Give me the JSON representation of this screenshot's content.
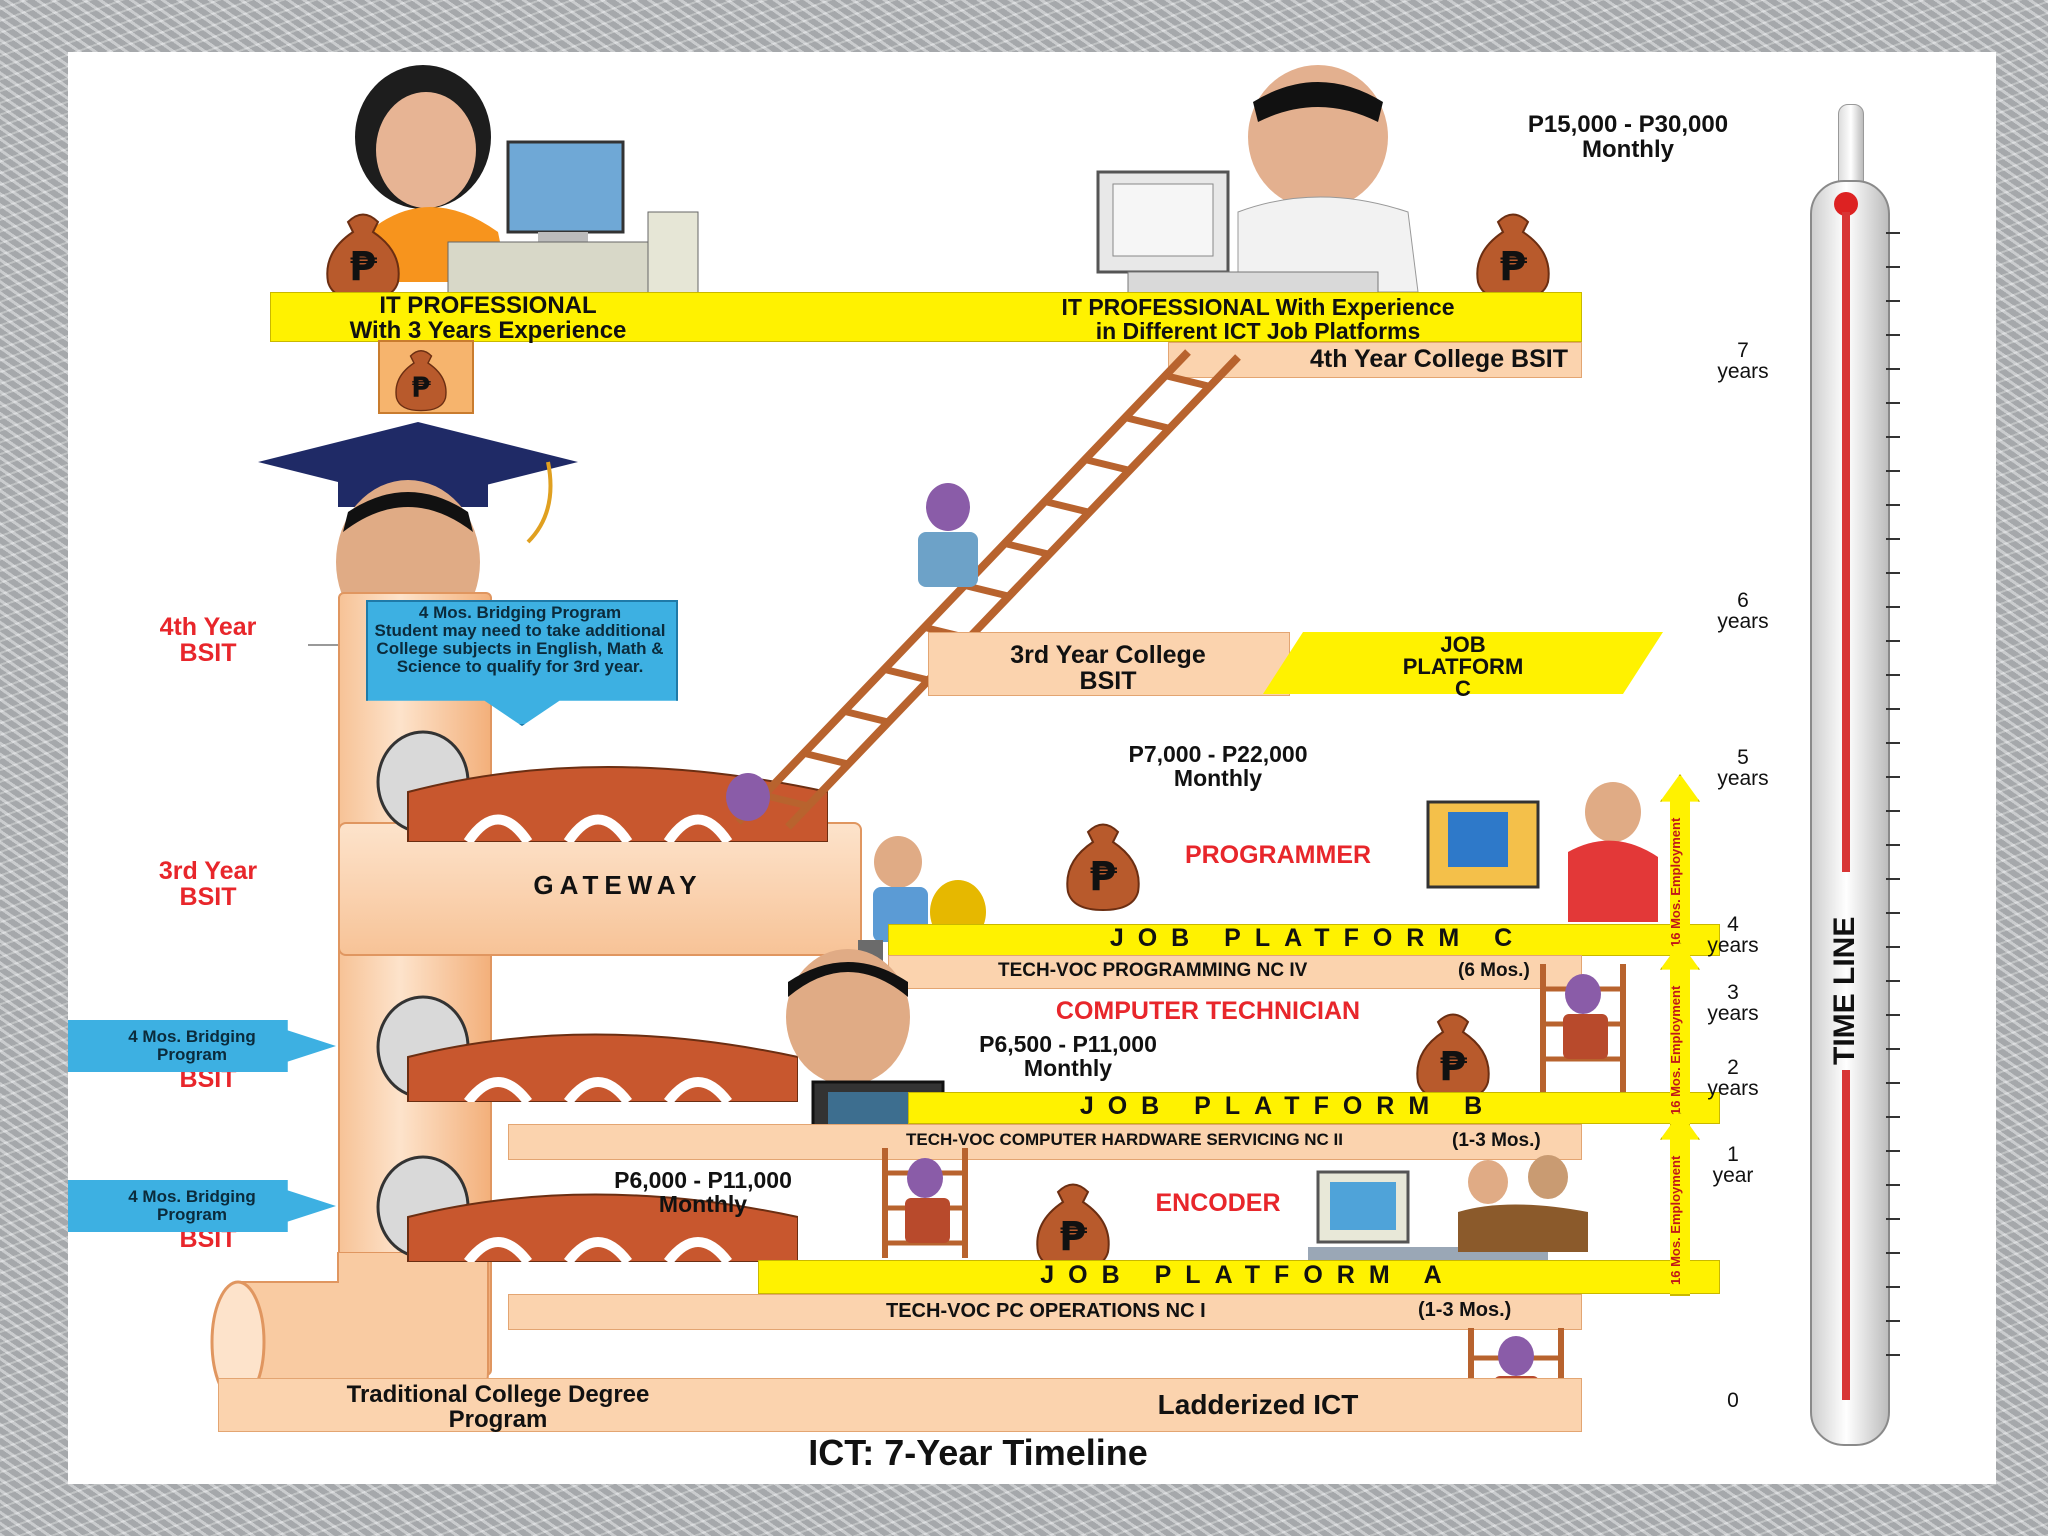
{
  "title": "ICT: 7-Year Timeline",
  "salary": {
    "top": "P15,000 - P30,000\nMonthly",
    "programmer": "P7,000 - P22,000\nMonthly",
    "technician": "P6,500 - P11,000\nMonthly",
    "encoder": "P6,000 - P11,000\nMonthly"
  },
  "top_bar": {
    "left": "IT PROFESSIONAL\nWith 3 Years Experience",
    "right": "IT PROFESSIONAL With Experience\nin Different ICT Job Platforms"
  },
  "college": {
    "fourth_year": "4th Year College BSIT",
    "third_year": "3rd Year College\nBSIT",
    "job_platform_c": "JOB\nPLATFORM\nC"
  },
  "bsit_labels": {
    "fourth": "4th Year\nBSIT",
    "third": "3rd Year\nBSIT",
    "second": "2nd Year\nBSIT",
    "first": "1st Year\nBSIT"
  },
  "bridging": {
    "main": "4 Mos. Bridging Program\nStudent may need to take additional College subjects in English, Math & Science to qualify for 3rd year.",
    "callout_1": "4 Mos. Bridging\nProgram",
    "callout_2": "4 Mos. Bridging\nProgram"
  },
  "gateway": "GATEWAY",
  "jobs": {
    "programmer": "PROGRAMMER",
    "technician": "COMPUTER TECHNICIAN",
    "encoder": "ENCODER"
  },
  "platforms": {
    "c": "JOB PLATFORM C",
    "b": "JOB PLATFORM B",
    "a": "JOB PLATFORM A"
  },
  "techvoc": {
    "c_name": "TECH-VOC PROGRAMMING NC IV",
    "c_dur": "(6 Mos.)",
    "b_name": "TECH-VOC COMPUTER HARDWARE SERVICING NC II",
    "b_dur": "(1-3 Mos.)",
    "a_name": "TECH-VOC PC OPERATIONS NC I",
    "a_dur": "(1-3 Mos.)"
  },
  "employment_label": "16 Mos. Employment",
  "base": {
    "traditional": "Traditional College Degree\nProgram",
    "ladderized": "Ladderized ICT"
  },
  "timeline": {
    "label": "TIME LINE",
    "marks": [
      {
        "label": "7\nyears",
        "value": 7
      },
      {
        "label": "6\nyears",
        "value": 6
      },
      {
        "label": "5\nyears",
        "value": 5
      },
      {
        "label": "4\nyears",
        "value": 4
      },
      {
        "label": "3\nyears",
        "value": 3
      },
      {
        "label": "2\nyears",
        "value": 2
      },
      {
        "label": "1\nyear",
        "value": 1
      },
      {
        "label": "0",
        "value": 0
      }
    ]
  },
  "currency_symbol": "₱",
  "colors": {
    "yellow": "#fff200",
    "peach": "#fbd3ae",
    "red": "#e8262b",
    "blue": "#3db0e2",
    "bag": "#b85a2c"
  }
}
